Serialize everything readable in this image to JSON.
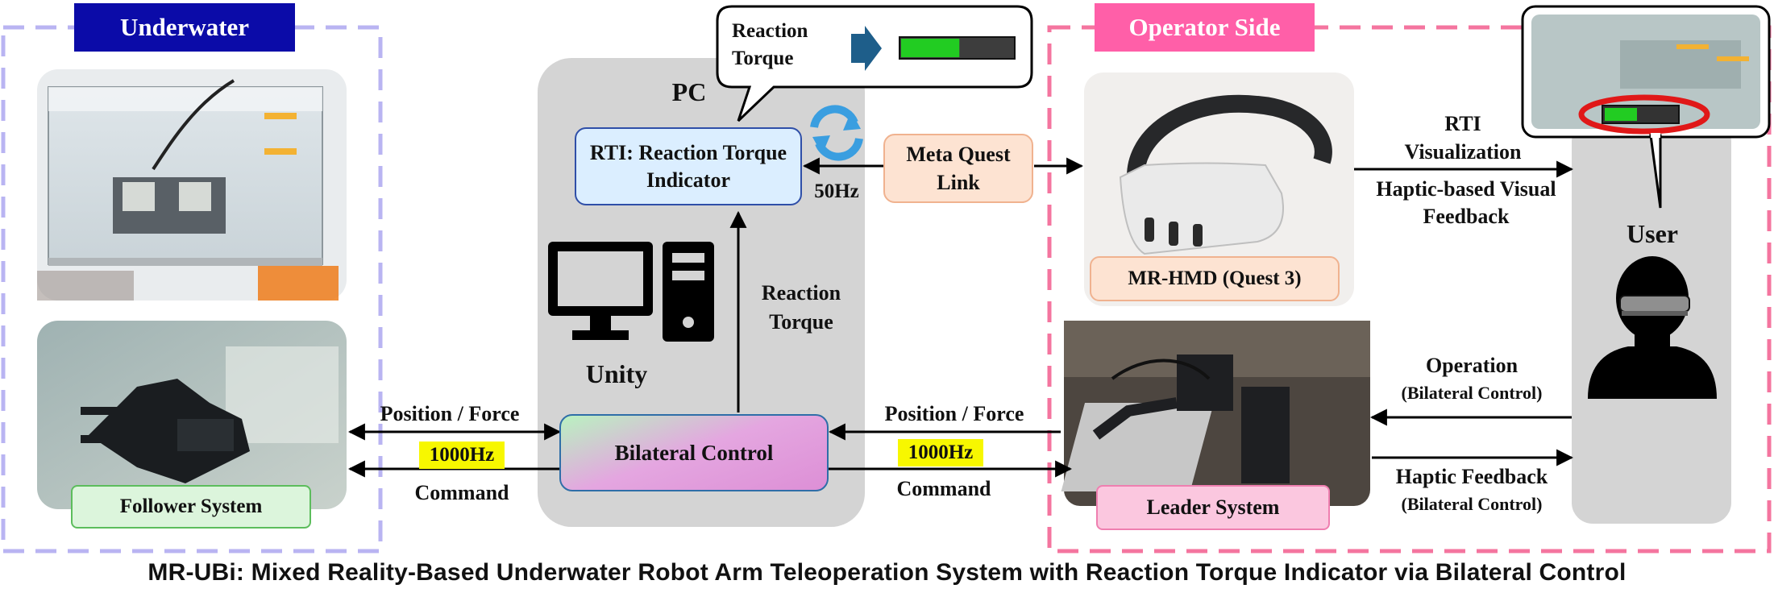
{
  "underwater": {
    "title": "Underwater",
    "follower_label": "Follower System"
  },
  "pc": {
    "title": "PC",
    "rti_box": "RTI: Reaction Torque Indicator",
    "unity_label": "Unity",
    "bilateral_box": "Bilateral Control",
    "reaction_torque_label": "Reaction Torque",
    "rate_50": "50Hz"
  },
  "bubble": {
    "text_line1": "Reaction",
    "text_line2": "Torque",
    "bar_fill_fraction": 0.52
  },
  "left_link": {
    "position_force": "Position / Force",
    "rate": "1000Hz",
    "command": "Command"
  },
  "right_link": {
    "position_force": "Position / Force",
    "rate": "1000Hz",
    "command": "Command"
  },
  "meta_link": "Meta Quest Link",
  "operator": {
    "title": "Operator Side",
    "hmd_label": "MR-HMD (Quest 3)",
    "leader_label": "Leader System",
    "rti_vis": "RTI Visualization",
    "haptic_visual": "Haptic-based Visual Feedback",
    "operation": "Operation",
    "operation_sub": "(Bilateral Control)",
    "haptic_feedback": "Haptic Feedback",
    "haptic_feedback_sub": "(Bilateral Control)",
    "user_label": "User"
  },
  "caption": "MR-UBi: Mixed Reality-Based Underwater Robot Arm Teleoperation System with Reaction Torque Indicator via Bilateral Control",
  "colors": {
    "underwater_header": "#0b0ba8",
    "operator_header": "#ff5fa8",
    "underwater_dash": "#b9b4f2",
    "operator_dash": "#f4759f",
    "pc_panel": "#d4d4d4",
    "rti_fill": "#dbeeff",
    "rti_border": "#2f4fa8",
    "meta_fill": "#fde3d2",
    "rate_highlight": "#f7f700",
    "green_bar": "#22cc22"
  }
}
